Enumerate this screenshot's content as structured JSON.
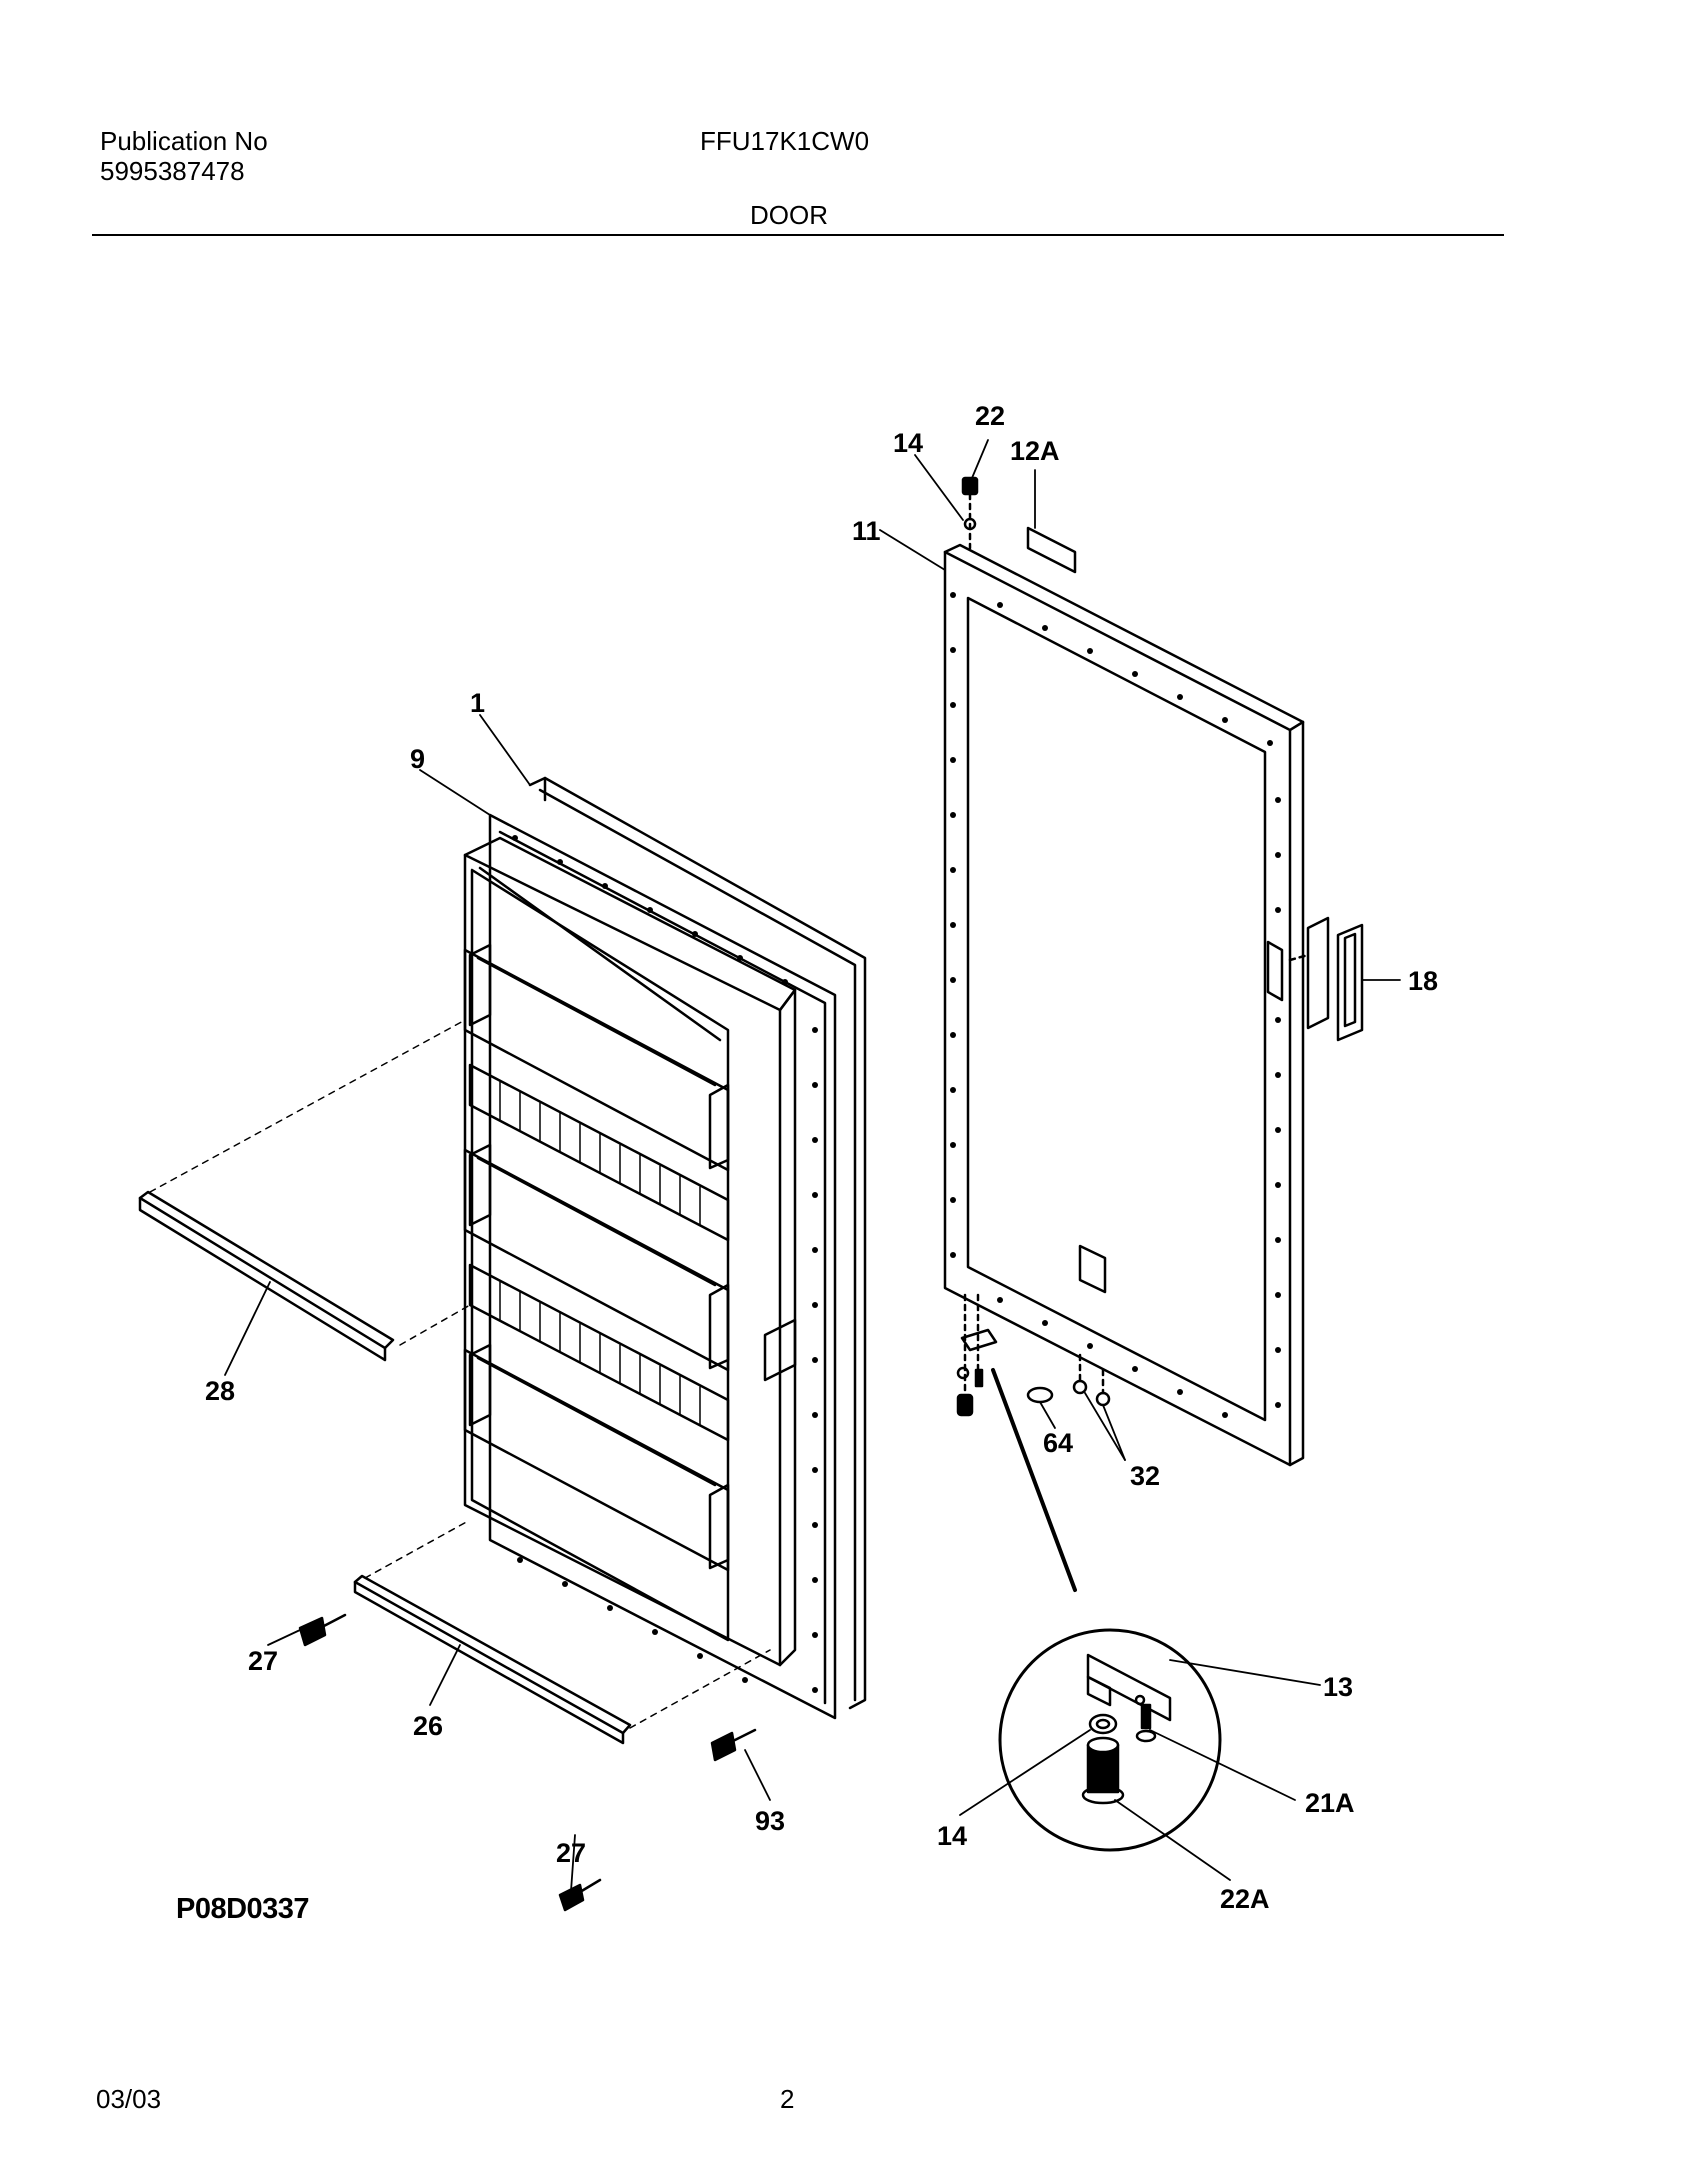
{
  "header": {
    "publication_label": "Publication No",
    "publication_number": "5995387478",
    "model": "FFU17K1CW0",
    "section": "DOOR"
  },
  "callouts": {
    "c1": "1",
    "c9": "9",
    "c11": "11",
    "c12a": "12A",
    "c13": "13",
    "c14_top": "14",
    "c14_detail": "14",
    "c18": "18",
    "c21a": "21A",
    "c22_top": "22",
    "c22a": "22A",
    "c26": "26",
    "c27_left": "27",
    "c27_bottom": "27",
    "c28": "28",
    "c32": "32",
    "c64": "64",
    "c93": "93"
  },
  "diagram_code": "P08D0337",
  "footer": {
    "date": "03/03",
    "page": "2"
  }
}
